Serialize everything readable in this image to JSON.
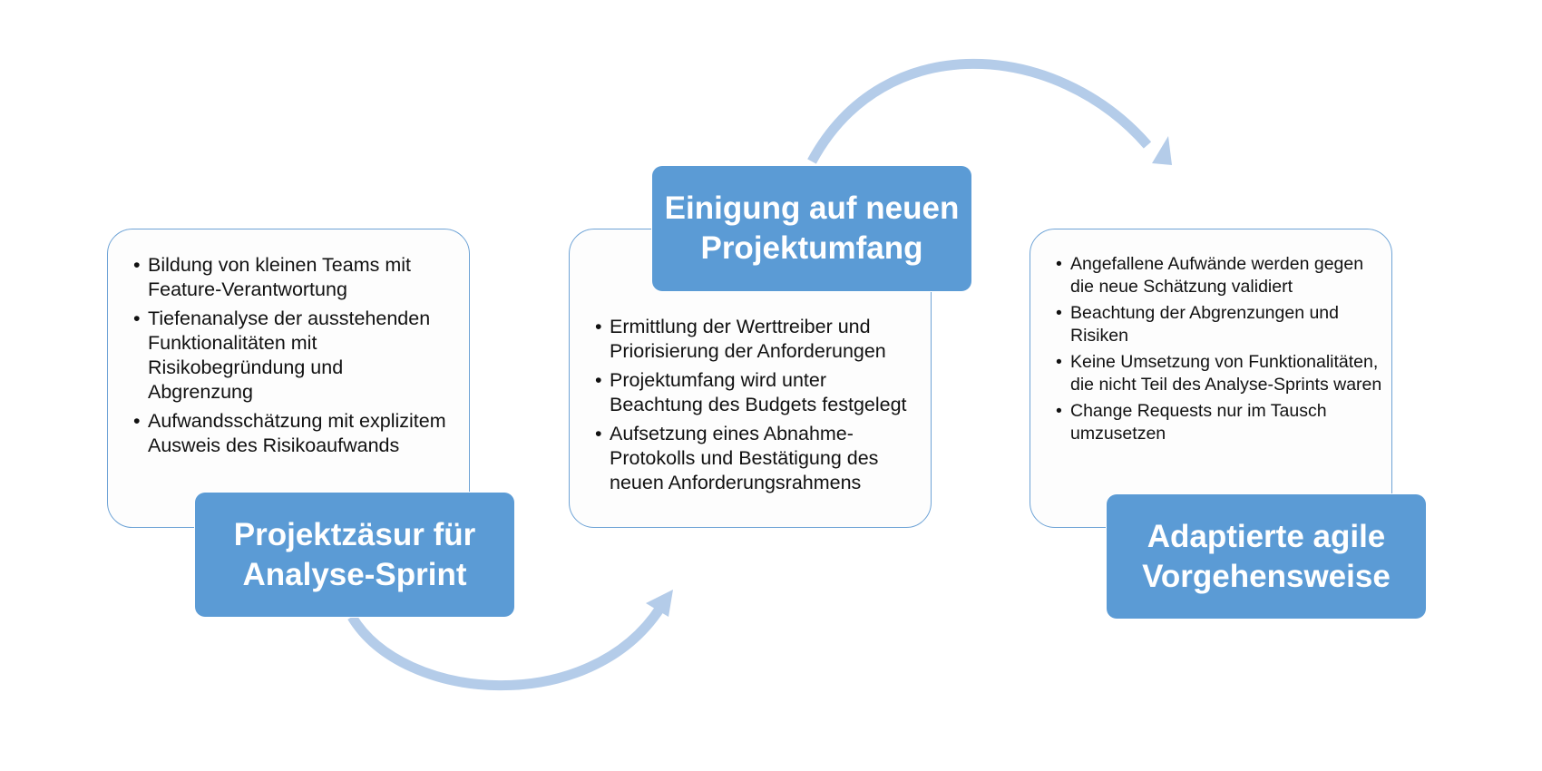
{
  "colors": {
    "label_fill": "#5b9bd5",
    "card_border": "#6ea3d6",
    "arrow": "#b4cce9",
    "label_text": "#ffffff"
  },
  "steps": [
    {
      "title": "Projektzäsur für\nAnalyse-Sprint",
      "bullets": [
        "Bildung von kleinen Teams mit Feature-Verantwortung",
        "Tiefenanalyse der ausstehenden Funktionalitäten mit Risikobegründung und Abgrenzung",
        "Aufwandsschätzung mit explizitem Ausweis des Risikoaufwands"
      ]
    },
    {
      "title": "Einigung auf neuen\nProjektumfang",
      "bullets": [
        "Ermittlung der Werttreiber und Priorisierung der Anforderungen",
        "Projektumfang wird unter Beachtung des Budgets festgelegt",
        "Aufsetzung eines Abnahme-Protokolls und Bestätigung des neuen Anforderungsrahmens"
      ]
    },
    {
      "title": "Adaptierte agile\nVorgehensweise",
      "bullets": [
        "Angefallene Aufwände werden gegen die neue Schätzung validiert",
        "Beachtung der Abgrenzungen und Risiken",
        "Keine Umsetzung von Funktionalitäten, die nicht Teil des Analyse-Sprints waren",
        "Change Requests nur im Tausch umzusetzen"
      ]
    }
  ]
}
